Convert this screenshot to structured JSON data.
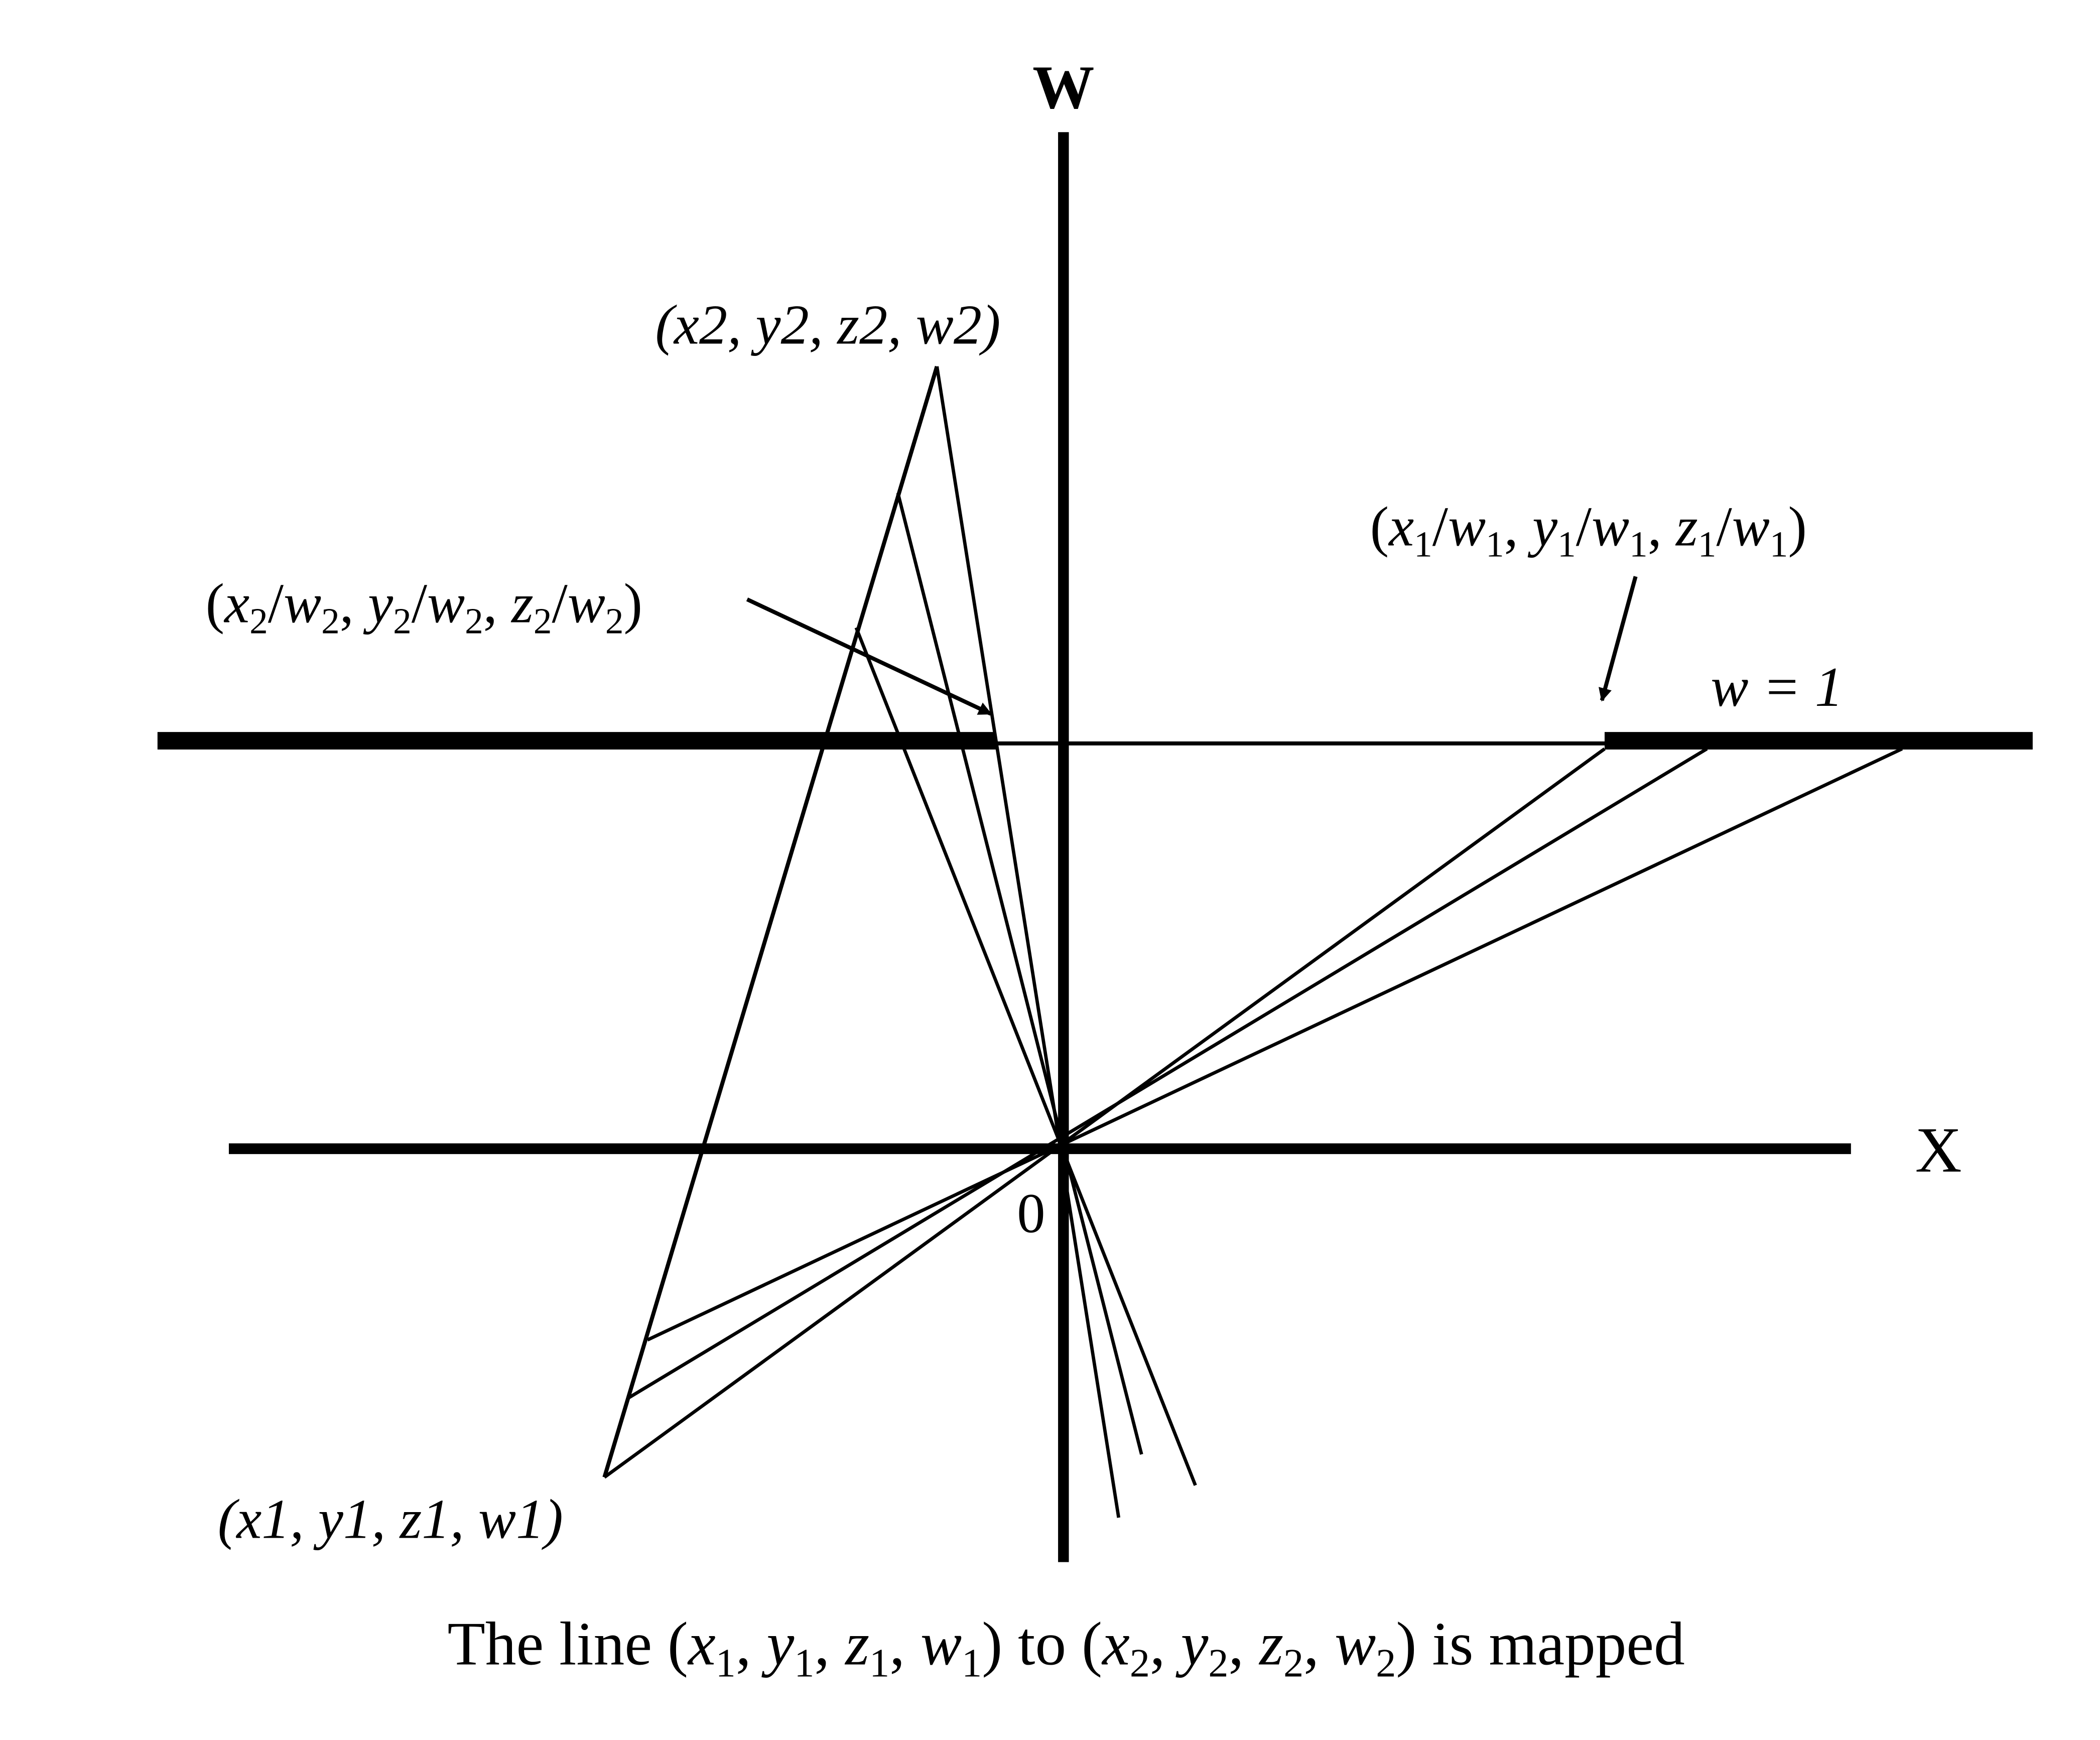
{
  "axes": {
    "vertical": "W",
    "horizontal": "X",
    "origin": "0"
  },
  "plane_label": "w = 1",
  "labels": {
    "point2": "(x2, y2, z2, w2)",
    "point1": "(x1, y1, z1, w1)",
    "projected2": "(x2/w2, y2/w2, z2/w2)",
    "projected1": "(x1/w1, y1/w1, z1/w1)"
  },
  "caption": "The line (x1, y1, z1, w1) to (x2, y2, z2, w2) is mapped"
}
